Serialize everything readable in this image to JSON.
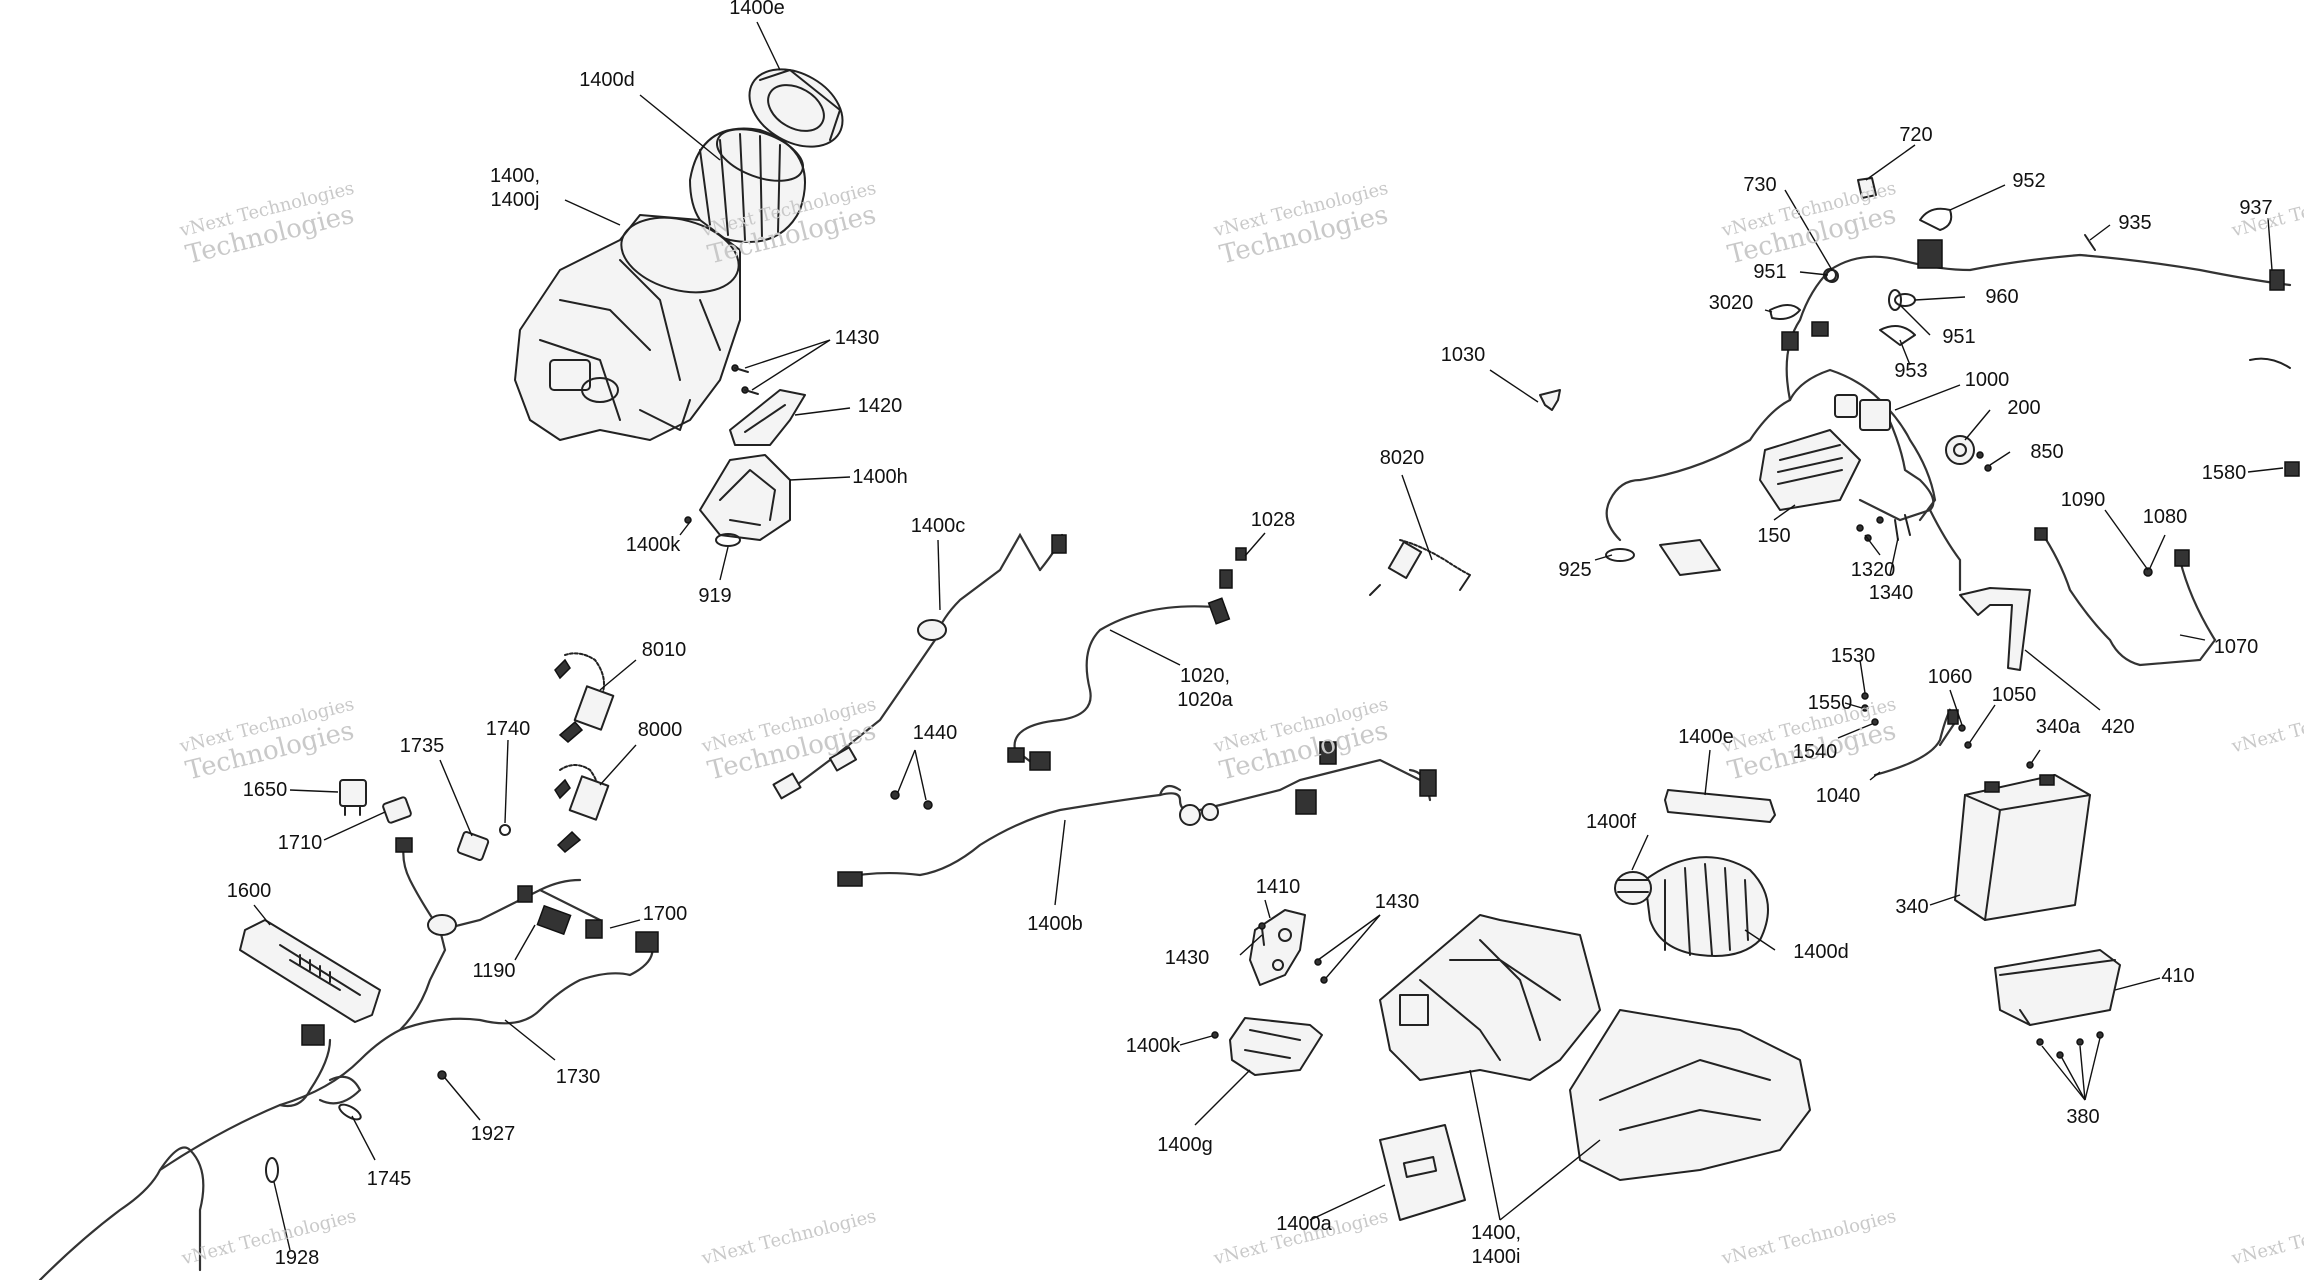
{
  "watermark": {
    "line1": "vNext Technologies",
    "line2": "Technologies",
    "corner": "vNext"
  },
  "callouts": [
    {
      "id": "1400e_top",
      "text": "1400e"
    },
    {
      "id": "1400d_top",
      "text": "1400d"
    },
    {
      "id": "1400_1400j",
      "text": "1400,\n1400j"
    },
    {
      "id": "1430_top",
      "text": "1430"
    },
    {
      "id": "1420",
      "text": "1420"
    },
    {
      "id": "1400h",
      "text": "1400h"
    },
    {
      "id": "1400k_top",
      "text": "1400k"
    },
    {
      "id": "919",
      "text": "919"
    },
    {
      "id": "1400c",
      "text": "1400c"
    },
    {
      "id": "1028",
      "text": "1028"
    },
    {
      "id": "8020",
      "text": "8020"
    },
    {
      "id": "1030",
      "text": "1030"
    },
    {
      "id": "1020_1020a",
      "text": "1020,\n1020a"
    },
    {
      "id": "1440",
      "text": "1440"
    },
    {
      "id": "8010",
      "text": "8010"
    },
    {
      "id": "8000",
      "text": "8000"
    },
    {
      "id": "1740",
      "text": "1740"
    },
    {
      "id": "1735",
      "text": "1735"
    },
    {
      "id": "1650",
      "text": "1650"
    },
    {
      "id": "1710",
      "text": "1710"
    },
    {
      "id": "1600",
      "text": "1600"
    },
    {
      "id": "1700",
      "text": "1700"
    },
    {
      "id": "1190",
      "text": "1190"
    },
    {
      "id": "1730",
      "text": "1730"
    },
    {
      "id": "1927",
      "text": "1927"
    },
    {
      "id": "1745",
      "text": "1745"
    },
    {
      "id": "1928",
      "text": "1928"
    },
    {
      "id": "1400b",
      "text": "1400b"
    },
    {
      "id": "1410",
      "text": "1410"
    },
    {
      "id": "1430_mid_left",
      "text": "1430"
    },
    {
      "id": "1430_mid_right",
      "text": "1430"
    },
    {
      "id": "1400k_bottom",
      "text": "1400k"
    },
    {
      "id": "1400g",
      "text": "1400g"
    },
    {
      "id": "1400a",
      "text": "1400a"
    },
    {
      "id": "1400_1400i",
      "text": "1400,\n1400i"
    },
    {
      "id": "1400f",
      "text": "1400f"
    },
    {
      "id": "1400e_bottom",
      "text": "1400e"
    },
    {
      "id": "1400d_bottom",
      "text": "1400d"
    },
    {
      "id": "730",
      "text": "730"
    },
    {
      "id": "720",
      "text": "720"
    },
    {
      "id": "952",
      "text": "952"
    },
    {
      "id": "935",
      "text": "935"
    },
    {
      "id": "937",
      "text": "937"
    },
    {
      "id": "951_a",
      "text": "951"
    },
    {
      "id": "3020",
      "text": "3020"
    },
    {
      "id": "960",
      "text": "960"
    },
    {
      "id": "951_b",
      "text": "951"
    },
    {
      "id": "953",
      "text": "953"
    },
    {
      "id": "1000",
      "text": "1000"
    },
    {
      "id": "200",
      "text": "200"
    },
    {
      "id": "850",
      "text": "850"
    },
    {
      "id": "150",
      "text": "150"
    },
    {
      "id": "925",
      "text": "925"
    },
    {
      "id": "1320",
      "text": "1320"
    },
    {
      "id": "1340",
      "text": "1340"
    },
    {
      "id": "1580",
      "text": "1580"
    },
    {
      "id": "1090",
      "text": "1090"
    },
    {
      "id": "1080",
      "text": "1080"
    },
    {
      "id": "1070",
      "text": "1070"
    },
    {
      "id": "420",
      "text": "420"
    },
    {
      "id": "1530",
      "text": "1530"
    },
    {
      "id": "1550",
      "text": "1550"
    },
    {
      "id": "1540",
      "text": "1540"
    },
    {
      "id": "1060",
      "text": "1060"
    },
    {
      "id": "1050",
      "text": "1050"
    },
    {
      "id": "340a",
      "text": "340a"
    },
    {
      "id": "1040",
      "text": "1040"
    },
    {
      "id": "340",
      "text": "340"
    },
    {
      "id": "410",
      "text": "410"
    },
    {
      "id": "380",
      "text": "380"
    }
  ]
}
